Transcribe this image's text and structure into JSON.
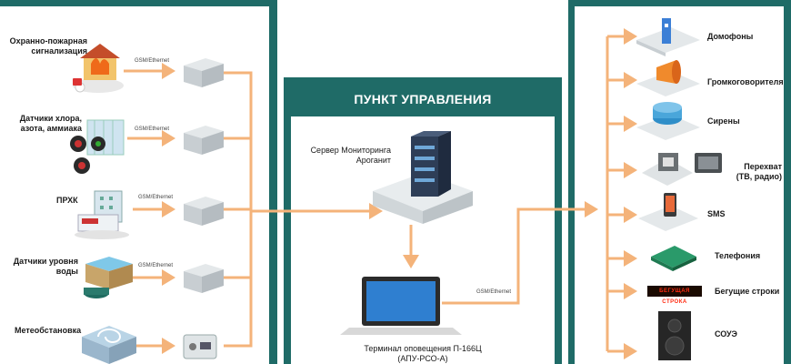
{
  "sources": [
    {
      "label": "Охранно-пожарная сигнализация",
      "channel": "GSM/Ethernet"
    },
    {
      "label": "Датчики хлора, азота, аммиака",
      "channel": "GSM/Ethernet"
    },
    {
      "label": "ПРХК",
      "channel": "GSM/Ethernet"
    },
    {
      "label": "Датчики уровня воды",
      "channel": "GSM/Ethernet"
    },
    {
      "label": "Метеобстановка",
      "channel": ""
    }
  ],
  "control": {
    "title": "ПУНКТ УПРАВЛЕНИЯ",
    "server": "Сервер Мониторинга Ароганит",
    "terminal_line1": "Терминал оповещения П-166Ц",
    "terminal_line2": "(АПУ-РСО-А)",
    "terminal_channel": "GSM/Ethernet"
  },
  "outputs": [
    {
      "label": "Домофоны"
    },
    {
      "label": "Громкоговорителя"
    },
    {
      "label": "Сирены"
    },
    {
      "label": "Перехват (ТВ, радио)"
    },
    {
      "label": "SMS"
    },
    {
      "label": "Телефония"
    },
    {
      "label": "Бегущие строки"
    },
    {
      "label": "СОУЭ"
    }
  ],
  "ticker_text": "БЕГУЩАЯ СТРОКА",
  "colors": {
    "teal": "#1f6b67",
    "arrow": "#f4b37a"
  }
}
